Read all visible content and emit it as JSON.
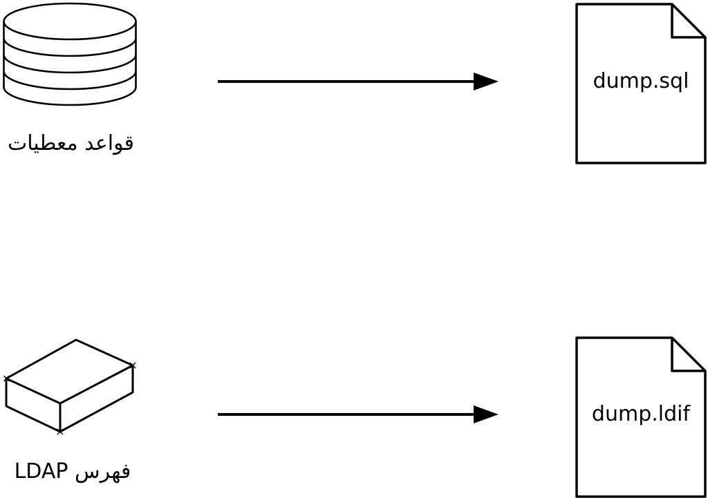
{
  "page": {
    "background": "#ffffff",
    "ink": "#000000"
  },
  "diagram": {
    "rows": [
      {
        "source_icon": "database-cylinder-icon",
        "source_label": "قواعد معطيات",
        "connector_icon": "right-arrow-icon",
        "target_icon": "document-file-icon",
        "target_label": "dump.sql"
      },
      {
        "source_icon": "ldap-box-icon",
        "source_label": "فهرس LDAP",
        "connector_icon": "right-arrow-icon",
        "target_icon": "document-file-icon",
        "target_label": "dump.ldif"
      }
    ]
  }
}
